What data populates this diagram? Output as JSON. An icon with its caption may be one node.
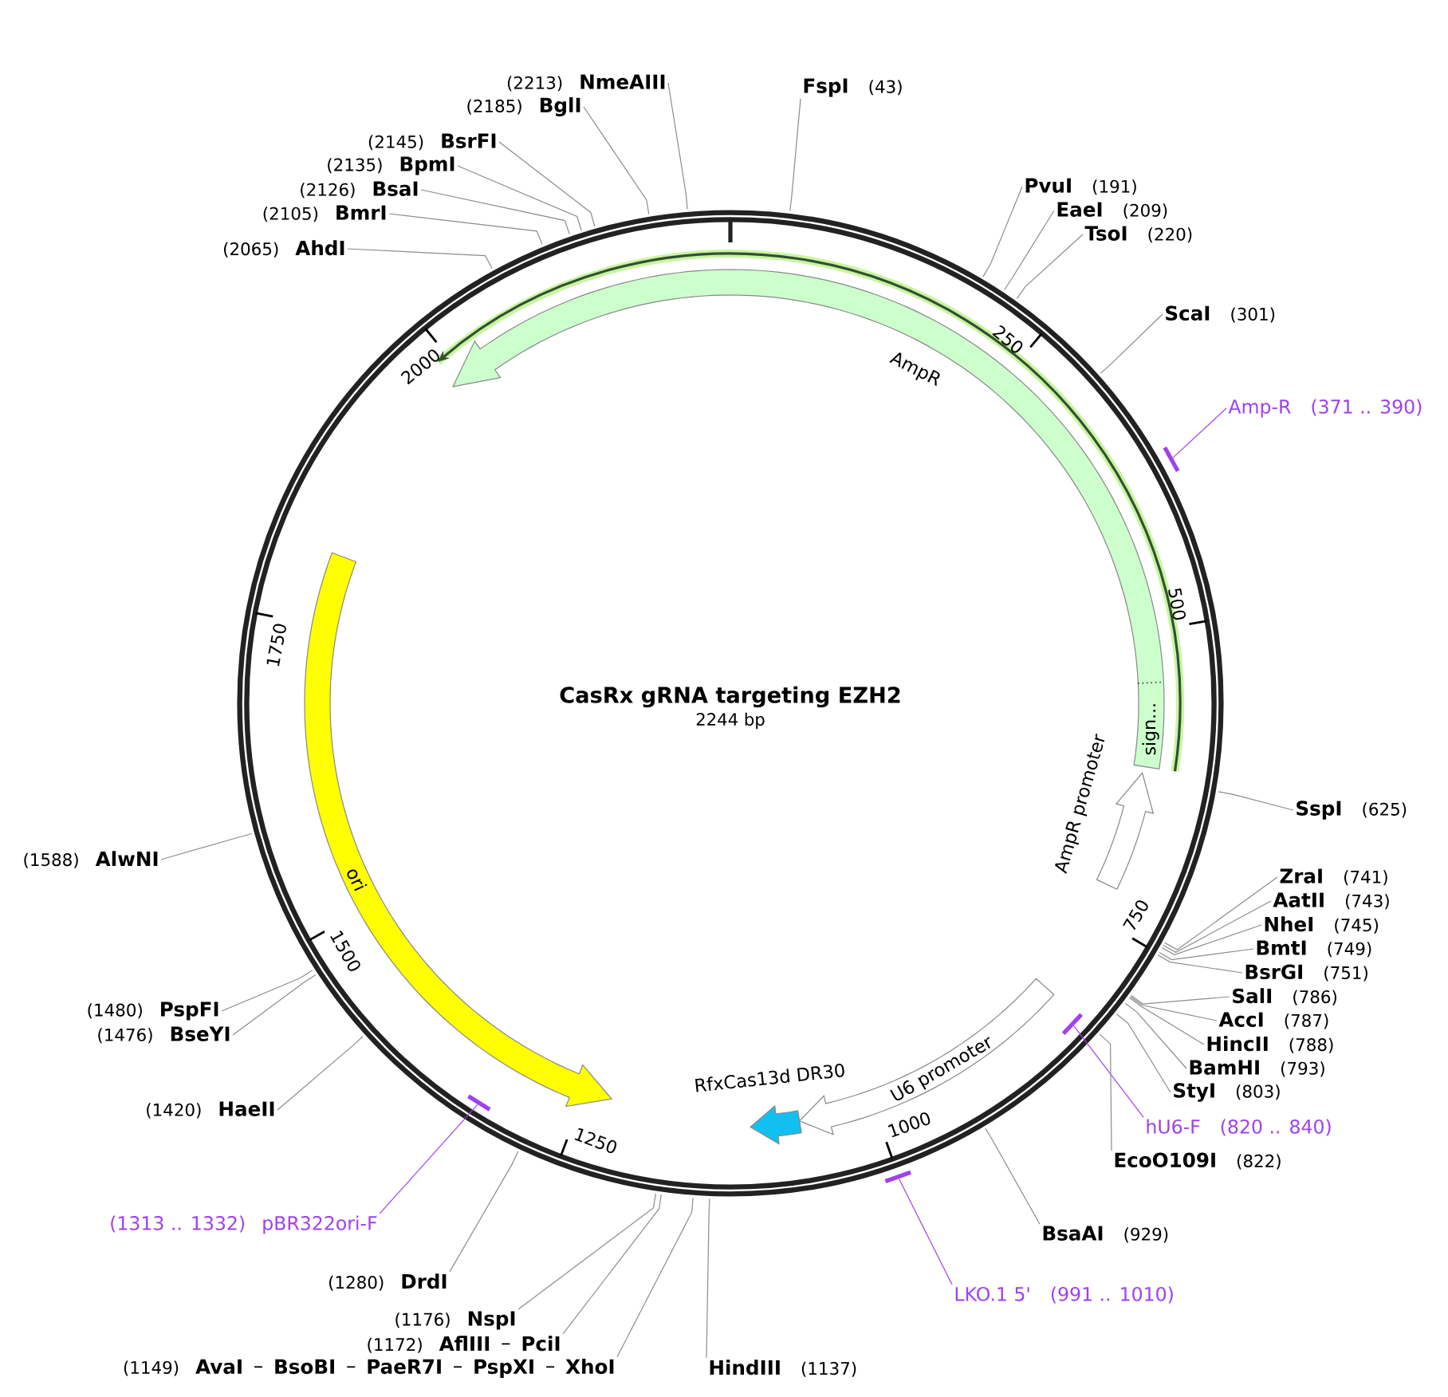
{
  "diagram": {
    "title": "CasRx gRNA targeting EZH2",
    "nodes": [
      {
        "text": [
          "AmpR"
        ]
      },
      {
        "text": [
          "sign..."
        ],
        "in": 0
      },
      {
        "text": [
          "AmpR promoter"
        ]
      },
      {
        "text": [
          "U6 promoter"
        ]
      },
      {
        "text": [
          "RfxCas13d DR30"
        ]
      },
      {
        "text": [
          "ori"
        ]
      },
      {
        "text": [
          "FspI",
          "(43)"
        ]
      },
      {
        "text": [
          "PvuI",
          "(191)"
        ]
      },
      {
        "text": [
          "EaeI",
          "(209)"
        ]
      },
      {
        "text": [
          "TsoI",
          "(220)"
        ]
      },
      {
        "text": [
          "ScaI",
          "(301)"
        ]
      },
      {
        "text": [
          "Amp-R",
          "(371 .. 390)"
        ]
      },
      {
        "text": [],
        "shape": "bar"
      },
      {
        "text": [
          "SspI",
          "(625)"
        ]
      },
      {
        "text": [
          "ZraI",
          "(741)"
        ]
      },
      {
        "text": [
          "AatII",
          "(743)"
        ]
      },
      {
        "text": [
          "NheI",
          "(745)"
        ]
      },
      {
        "text": [
          "BmtI",
          "(749)"
        ]
      },
      {
        "text": [
          "BsrGI",
          "(751)"
        ]
      },
      {
        "text": [
          "SalI",
          "(786)"
        ]
      },
      {
        "text": [
          "AccI",
          "(787)"
        ]
      },
      {
        "text": [
          "HincII",
          "(788)"
        ]
      },
      {
        "text": [
          "BamHI",
          "(793)"
        ]
      },
      {
        "text": [
          "StyI",
          "(803)"
        ]
      },
      {
        "text": [
          "hU6-F",
          "(820 .. 840)"
        ]
      },
      {
        "text": [],
        "shape": "bar"
      },
      {
        "text": [
          "EcoO109I",
          "(822)"
        ]
      },
      {
        "text": [
          "BsaAI",
          "(929)"
        ]
      },
      {
        "text": [
          "LKO.1 5'",
          "(991 .. 1010)"
        ]
      },
      {
        "text": [],
        "shape": "bar"
      },
      {
        "text": [
          "HindIII",
          "(1137)"
        ]
      },
      {
        "text": [
          "(1149)",
          "AvaI",
          "BsoBI",
          "PaeR7I",
          "PspXI",
          "XhoI"
        ]
      },
      {
        "text": [
          "(1172)",
          "AflIII",
          "PciI"
        ]
      },
      {
        "text": [
          "(1176)",
          "NspI"
        ]
      },
      {
        "text": [
          "(1280)",
          "DrdI"
        ]
      },
      {
        "text": [
          "(1313 .. 1332)",
          "pBR322ori-F"
        ]
      },
      {
        "text": [],
        "shape": "bar"
      },
      {
        "text": [
          "(1420)",
          "HaeII"
        ]
      },
      {
        "text": [
          "(1476)",
          "BseYI"
        ]
      },
      {
        "text": [
          "(1480)",
          "PspFI"
        ]
      },
      {
        "text": [
          "(1588)",
          "AlwNI"
        ]
      },
      {
        "text": [
          "(2065)",
          "AhdI"
        ]
      },
      {
        "text": [
          "(2105)",
          "BmrI"
        ]
      },
      {
        "text": [
          "(2126)",
          "BsaI"
        ]
      },
      {
        "text": [
          "(2135)",
          "BpmI"
        ]
      },
      {
        "text": [
          "(2145)",
          "BsrFI"
        ]
      },
      {
        "text": [
          "(2185)",
          "BglI"
        ]
      },
      {
        "text": [
          "(2213)",
          "NmeAIII"
        ]
      }
    ],
    "edges": [
      {
        "from": 6,
        "to": null,
        "arrow": "none"
      },
      {
        "from": 7,
        "to": null,
        "arrow": "none"
      },
      {
        "from": 8,
        "to": null,
        "arrow": "none"
      },
      {
        "from": 9,
        "to": null,
        "arrow": "none"
      },
      {
        "from": 10,
        "to": null,
        "arrow": "none"
      },
      {
        "from": 11,
        "to": 12,
        "arrow": "none",
        "color": "#a040f0"
      },
      {
        "from": 13,
        "to": null,
        "arrow": "none"
      },
      {
        "from": 14,
        "to": null,
        "arrow": "none"
      },
      {
        "from": 15,
        "to": null,
        "arrow": "none"
      },
      {
        "from": 16,
        "to": null,
        "arrow": "none"
      },
      {
        "from": 17,
        "to": null,
        "arrow": "none"
      },
      {
        "from": 18,
        "to": null,
        "arrow": "none"
      },
      {
        "from": 19,
        "to": null,
        "arrow": "none"
      },
      {
        "from": 20,
        "to": null,
        "arrow": "none"
      },
      {
        "from": 21,
        "to": null,
        "arrow": "none"
      },
      {
        "from": 22,
        "to": null,
        "arrow": "none"
      },
      {
        "from": 23,
        "to": null,
        "arrow": "none"
      },
      {
        "from": 24,
        "to": 25,
        "arrow": "none",
        "color": "#a040f0"
      },
      {
        "from": 26,
        "to": null,
        "arrow": "none"
      },
      {
        "from": 27,
        "to": null,
        "arrow": "none"
      },
      {
        "from": 28,
        "to": 29,
        "arrow": "none",
        "color": "#a040f0"
      },
      {
        "from": 30,
        "to": null,
        "arrow": "none"
      },
      {
        "from": 31,
        "to": null,
        "arrow": "none"
      },
      {
        "from": 32,
        "to": null,
        "arrow": "none"
      },
      {
        "from": 33,
        "to": null,
        "arrow": "none"
      },
      {
        "from": 34,
        "to": null,
        "arrow": "none"
      },
      {
        "from": 35,
        "to": 36,
        "arrow": "none",
        "color": "#a040f0"
      },
      {
        "from": 37,
        "to": null,
        "arrow": "none"
      },
      {
        "from": 38,
        "to": null,
        "arrow": "none"
      },
      {
        "from": 39,
        "to": null,
        "arrow": "none"
      },
      {
        "from": 40,
        "to": null,
        "arrow": "none"
      },
      {
        "from": 41,
        "to": null,
        "arrow": "none"
      },
      {
        "from": 42,
        "to": null,
        "arrow": "none"
      },
      {
        "from": 43,
        "to": null,
        "arrow": "none"
      },
      {
        "from": 44,
        "to": null,
        "arrow": "none"
      },
      {
        "from": 45,
        "to": null,
        "arrow": "none"
      },
      {
        "from": 46,
        "to": null,
        "arrow": "none"
      },
      {
        "from": 47,
        "to": null,
        "arrow": "none"
      }
    ],
    "labels": [
      "2244 bp",
      "250",
      "500",
      "750",
      "1000",
      "1250",
      "1500",
      "1750",
      "2000"
    ]
  }
}
